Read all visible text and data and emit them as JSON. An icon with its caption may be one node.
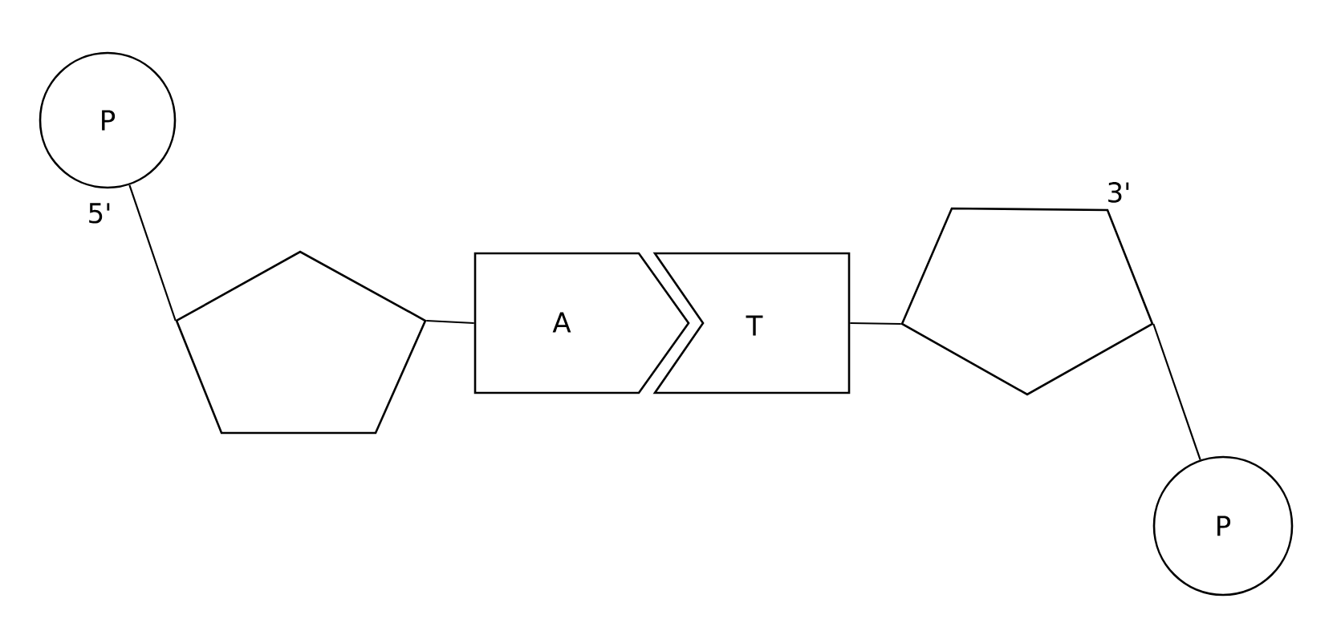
{
  "diagram": {
    "nodes": [
      {
        "text": [
          "P"
        ]
      },
      {
        "text": [],
        "shape": "pentagon"
      },
      {
        "text": [
          "A"
        ]
      },
      {
        "text": [
          "T"
        ]
      },
      {
        "text": [],
        "shape": "pentagon"
      },
      {
        "text": [
          "P"
        ]
      }
    ],
    "edges": [
      {
        "from": 0,
        "to": 1,
        "arrow": "none"
      },
      {
        "from": 1,
        "to": 2,
        "arrow": "none"
      },
      {
        "from": 3,
        "to": 4,
        "arrow": "none"
      },
      {
        "from": 4,
        "to": 5,
        "arrow": "none"
      }
    ],
    "labels": [
      "5'",
      "3'"
    ]
  }
}
